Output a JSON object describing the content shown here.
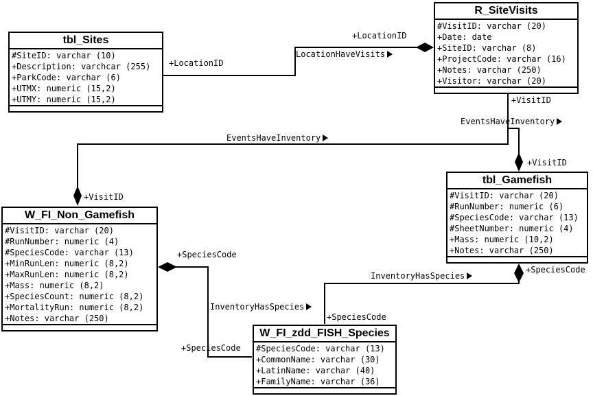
{
  "diagram": {
    "type": "entity-relationship",
    "colors": {
      "line": "#000000",
      "background": "#ffffff",
      "box_fill": "#ffffff",
      "text": "#000000"
    }
  },
  "tables": [
    {
      "name": "tbl_Sites",
      "attributes": [
        "#SiteID: varchar (10)",
        "+Description: varchcar (255)",
        "+ParkCode: varchar (6)",
        "+UTMX: numeric (15,2)",
        "+UTMY: numeric (15,2)"
      ]
    },
    {
      "name": "R_SiteVisits",
      "attributes": [
        "#VisitID: varchar (20)",
        "+Date: date",
        "+SiteID: varchar (8)",
        "+ProjectCode: varchar (16)",
        "+Notes: varchar (250)",
        "+Visitor: varchar (20)"
      ]
    },
    {
      "name": "tbl_Gamefish",
      "attributes": [
        "#VisitID: varchar (20)",
        "#RunNumber: numeric (6)",
        "#SpeciesCode: varchar (13)",
        "#SheetNumber: numeric (4)",
        "+Mass: numeric (10,2)",
        "+Notes: varchar (250)"
      ]
    },
    {
      "name": "W_FI_Non_Gamefish",
      "attributes": [
        "#VisitID: varchar (20)",
        "#RunNumber: numeric (4)",
        "#SpeciesCode: varchar (13)",
        "+MinRunLen: numeric (8,2)",
        "+MaxRunLen: numeric (8,2)",
        "+Mass: numeric (8,2)",
        "+SpeciesCount: numeric (8,2)",
        "+MortalityRun: numeric (8,2)",
        "+Notes: varchar (250)"
      ]
    },
    {
      "name": "W_FI_zdd_FISH_Species",
      "attributes": [
        "#SpeciesCode: varchar (13)",
        "+CommonName: varchar (30)",
        "+LatinName: varchar (40)",
        "+FamilyName: varchar (36)"
      ]
    }
  ],
  "labels": {
    "location_id_left": "+LocationID",
    "location_have_visits": "LocationHaveVisits",
    "location_id_right": "+LocationID",
    "visit_id_top": "+VisitID",
    "events_have_inventory_right": "EventsHaveInventory",
    "events_have_inventory_left": "EventsHaveInventory",
    "visit_id_gamefish": "+VisitID",
    "visit_id_non_gamefish": "+VisitID",
    "species_code_non_gamefish": "+SpeciesCode",
    "inventory_has_species_right": "InventoryHasSpecies",
    "species_code_gamefish": "+SpeciesCode",
    "species_code_species_top": "+SpeciesCode",
    "inventory_has_species_left": "InventoryHasSpecies",
    "species_code_bottom": "+SpeciesCode"
  }
}
